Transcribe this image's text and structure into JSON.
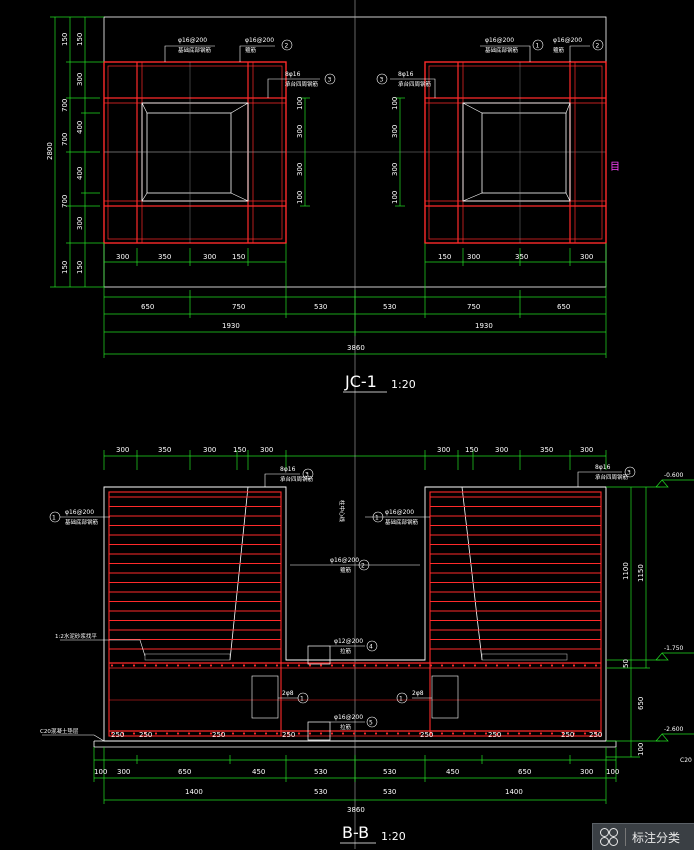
{
  "plan": {
    "title": "JC-1",
    "scale": "1:20",
    "left_dims_outer": [
      "2800"
    ],
    "left_dims_col1": [
      "150",
      "700",
      "700",
      "700",
      "150"
    ],
    "left_dims_col2": [
      "150",
      "300",
      "400",
      "400",
      "300",
      "150"
    ],
    "inner_left_dims": [
      "100",
      "300",
      "300",
      "100"
    ],
    "inner_right_dims": [
      "100",
      "300",
      "300",
      "100"
    ],
    "top_left_row": [
      "300",
      "350",
      "300",
      "150"
    ],
    "top_right_row": [
      "150",
      "300",
      "350",
      "300"
    ],
    "row_650": [
      "650",
      "750",
      "530",
      "530",
      "750",
      "650"
    ],
    "row_1930": [
      "1930",
      "1930"
    ],
    "row_total": "3860",
    "leader_1": "φ16@200",
    "leader_1_sub": "基础底部钢筋",
    "leader_2": "φ16@200",
    "leader_2_sub": "箍筋",
    "leader_3": "8φ16",
    "leader_3_sub": "承台四周钢筋",
    "circle_1": "1",
    "circle_2": "2",
    "circle_3": "3",
    "magenta_mark": "目"
  },
  "section": {
    "title": "B-B",
    "scale": "1:20",
    "top_row": [
      "300",
      "350",
      "300",
      "150",
      "300",
      "300",
      "150",
      "300",
      "350",
      "300"
    ],
    "bottom_row_a": [
      "100",
      "300",
      "650",
      "450",
      "530",
      "530",
      "450",
      "650",
      "300",
      "100"
    ],
    "bottom_row_b": [
      "1400",
      "530",
      "530",
      "1400"
    ],
    "bottom_total": "3860",
    "inner_250": [
      "250",
      "250",
      "250",
      "250",
      "250",
      "250",
      "250",
      "250"
    ],
    "right_dims_a": [
      "1100",
      "50",
      "650",
      "100"
    ],
    "right_dims_b": [
      "1150"
    ],
    "levels": [
      "-0.600",
      "-1.750",
      "-2.600"
    ],
    "c20": "C20",
    "center_text": "柱中心线",
    "leader_a": "φ16@200",
    "leader_a_sub": "基础底部钢筋",
    "leader_b": "φ16@200",
    "leader_b_sub": "箍筋",
    "leader_c": "8φ16",
    "leader_c_sub": "承台四周钢筋",
    "leader_d": "φ12@200",
    "leader_d_sub": "拉筋",
    "leader_e": "φ16@200",
    "leader_e_sub": "拉筋",
    "label_2phi8": "2φ8",
    "label_left_note": "1:2水泥砂浆找平",
    "label_c20_base": "C20混凝土垫层",
    "circles": [
      "1",
      "2",
      "3",
      "4",
      "5"
    ]
  },
  "toolbar": {
    "label": "标注分类",
    "icon": "cluster-icon"
  }
}
